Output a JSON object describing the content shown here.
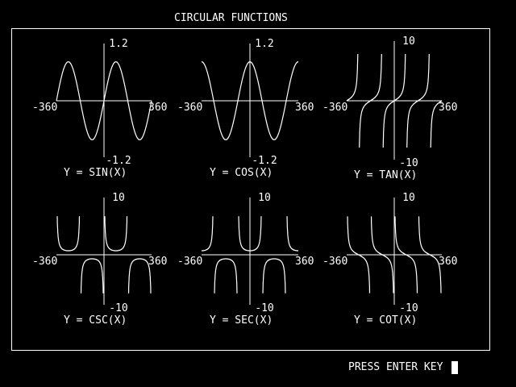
{
  "title": "CIRCULAR FUNCTIONS",
  "prompt": "PRESS ENTER KEY",
  "colors": {
    "background": "#000000",
    "foreground": "#ffffff"
  },
  "cursor_icon": "block-cursor-icon",
  "chart_data": [
    {
      "type": "line",
      "function": "sin",
      "label": "Y = SIN(X)",
      "xlim": [
        -360,
        360
      ],
      "ylim": [
        -1.2,
        1.2
      ],
      "x_min_label": "-360",
      "x_max_label": "360",
      "y_max_label": "1.2",
      "y_min_label": "-1.2"
    },
    {
      "type": "line",
      "function": "cos",
      "label": "Y = COS(X)",
      "xlim": [
        -360,
        360
      ],
      "ylim": [
        -1.2,
        1.2
      ],
      "x_min_label": "-360",
      "x_max_label": "360",
      "y_max_label": "1.2",
      "y_min_label": "-1.2"
    },
    {
      "type": "line",
      "function": "tan",
      "label": "Y = TAN(X)",
      "xlim": [
        -360,
        360
      ],
      "ylim": [
        -10,
        10
      ],
      "x_min_label": "-360",
      "x_max_label": "360",
      "y_max_label": "10",
      "y_min_label": "-10"
    },
    {
      "type": "line",
      "function": "csc",
      "label": "Y = CSC(X)",
      "xlim": [
        -360,
        360
      ],
      "ylim": [
        -10,
        10
      ],
      "x_min_label": "-360",
      "x_max_label": "360",
      "y_max_label": "10",
      "y_min_label": "-10"
    },
    {
      "type": "line",
      "function": "sec",
      "label": "Y = SEC(X)",
      "xlim": [
        -360,
        360
      ],
      "ylim": [
        -10,
        10
      ],
      "x_min_label": "-360",
      "x_max_label": "360",
      "y_max_label": "10",
      "y_min_label": "-10"
    },
    {
      "type": "line",
      "function": "cot",
      "label": "Y = COT(X)",
      "xlim": [
        -360,
        360
      ],
      "ylim": [
        -10,
        10
      ],
      "x_min_label": "-360",
      "x_max_label": "360",
      "y_max_label": "10",
      "y_min_label": "-10"
    }
  ]
}
